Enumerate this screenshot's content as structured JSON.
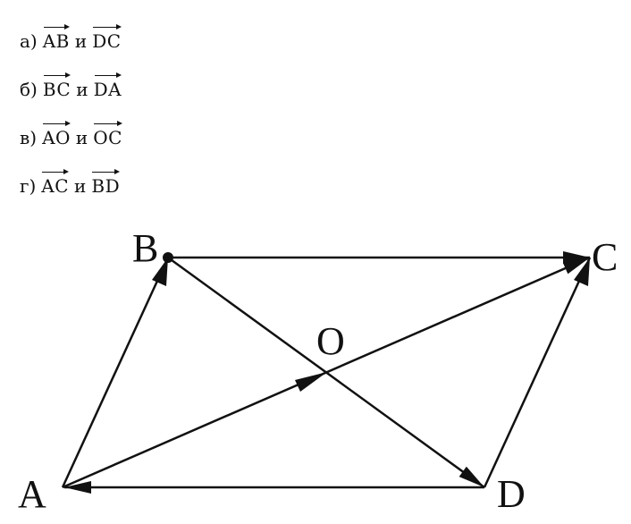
{
  "items": [
    {
      "letter": "а)",
      "v1": "AB",
      "conj": "и",
      "v2": "DC"
    },
    {
      "letter": "б)",
      "v1": "BC",
      "conj": "и",
      "v2": "DA"
    },
    {
      "letter": "в)",
      "v1": "AO",
      "conj": "и",
      "v2": "OC"
    },
    {
      "letter": "г)",
      "v1": "AC",
      "conj": "и",
      "v2": "BD"
    }
  ],
  "points": {
    "A": "A",
    "B": "B",
    "C": "C",
    "D": "D",
    "O": "O"
  },
  "colors": {
    "ink": "#111111"
  }
}
